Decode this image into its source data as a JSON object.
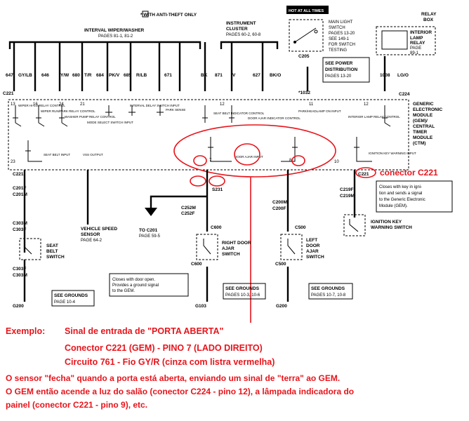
{
  "header": {
    "anti_theft_note": "* WITH ANTI-THEFT ONLY",
    "hot_note": "HOT AT ALL TIMES"
  },
  "sections": {
    "wiper_title": "INTERVAL WIPER/WASHER",
    "wiper_pages": "PAGES 81-1, 81-2",
    "cluster_title": "INSTRUMENT",
    "cluster_title2": "CLUSTER",
    "cluster_pages": "PAGES 60-2, 60-8",
    "main_switch": [
      "MAIN LIGHT",
      "SWITCH",
      "PAGES 13-20",
      "SEE 149-1",
      "FOR SWITCH",
      "TESTING"
    ],
    "relay_box": [
      "RELAY",
      "BOX"
    ],
    "interior_relay": [
      "INTERIOR",
      "LAMP",
      "RELAY",
      "PAGE",
      "89-1"
    ],
    "power_dist": [
      "SEE POWER",
      "DISTRIBUTION",
      "PAGES 13-20"
    ],
    "gem_module": [
      "GENERIC",
      "ELECTRONIC",
      "MODULE",
      "(GEM)/",
      "CENTRAL",
      "TIMER",
      "MODULE",
      "(CTM)"
    ]
  },
  "wires": [
    {
      "circuit": "647",
      "color": "GY/LB"
    },
    {
      "circuit": "646",
      "color": "Y/W"
    },
    {
      "circuit": "680",
      "color": "T/R"
    },
    {
      "circuit": "684",
      "color": "PK/V"
    },
    {
      "circuit": "685",
      "color": "R/LB"
    },
    {
      "circuit": "671",
      "color": "BK"
    },
    {
      "circuit": "871",
      "color": "V"
    },
    {
      "circuit": "627",
      "color": "BK/O"
    },
    {
      "circuit": "1008",
      "color": "LG/O"
    }
  ],
  "gem_inputs_top": [
    {
      "pin": "13",
      "label": "WIPER HI-LO RELAY CONTROL"
    },
    {
      "pin": "16",
      "label": "WIPER RUN/PARK RELAY CONTROL"
    },
    {
      "pin": "24",
      "label": "WASHER PUMP RELAY CONTROL"
    },
    {
      "pin": "21",
      "label": "MODE SELECT SWITCH INPUT"
    },
    {
      "pin": "",
      "label": "INTERVAL DELAY SWITCH INPUT"
    },
    {
      "pin": "",
      "label": "PARK SENSE"
    },
    {
      "pin": "12",
      "label": "SEAT BELT INDICATOR CONTROL"
    },
    {
      "pin": "",
      "label": "DOOR AJAR INDICATOR CONTROL"
    },
    {
      "pin": "11",
      "label": "PARK/HEADLAMP ON INPUT"
    },
    {
      "pin": "12",
      "label": "INTERIOR LAMP RELAY CONTROL"
    }
  ],
  "gem_inputs_bottom": [
    {
      "pin": "23",
      "label": "SEAT BELT INPUT"
    },
    {
      "pin": "",
      "label": "VSS OUTPUT"
    },
    {
      "pin": "7",
      "label": "DOOR AJAR INPUT"
    },
    {
      "pin": "8",
      "label": "DOOR AJAR INPUT"
    },
    {
      "pin": "10",
      "label": "IGNITION KEY WARNING INPUT"
    }
  ],
  "connectors": {
    "c221": "C221",
    "c224": "C224",
    "c205": "C205",
    "c201f": "C201F",
    "c201m": "C201M",
    "c303m": "C303M",
    "c303f": "C303F",
    "c252m": "C252M",
    "c252f": "C252F",
    "c600": "C600",
    "c500": "C500",
    "c200m": "C200M",
    "c200f": "C200F",
    "c219f": "C219F",
    "c219m": "C219M",
    "s231": "S231",
    "g200": "G200",
    "g103": "G103",
    "i1032": "*1032"
  },
  "components": {
    "seat_belt": [
      "SEAT",
      "BELT",
      "SWITCH"
    ],
    "vss": [
      "VEHICLE SPEED",
      "SENSOR",
      "PAGE 64-2"
    ],
    "to_c201": [
      "TO C201",
      "PAGE 59-5"
    ],
    "right_door": [
      "RIGHT DOOR",
      "AJAR",
      "SWITCH"
    ],
    "left_door": [
      "LEFT",
      "DOOR",
      "AJAR",
      "SWITCH"
    ],
    "ign_key": [
      "IGNITION KEY",
      "WARNING SWITCH"
    ],
    "door_note": [
      "Closes with door open.",
      "Provides a ground signal",
      "to the GEM."
    ],
    "key_note": [
      "Closes with key in igni-",
      "tion and sends a signal",
      "to the Generic Electronic",
      "Module (GEM)."
    ],
    "grounds_left": [
      "SEE GROUNDS",
      "PAGE 10-4"
    ],
    "grounds_mid": [
      "SEE GROUNDS",
      "PAGES 10-3, 10-6"
    ],
    "grounds_right": [
      "SEE GROUNDS",
      "PAGES 10-7, 10-8"
    ]
  },
  "annotation": {
    "conector_label": "conector C221",
    "example_label": "Exemplo:",
    "line1": "Sinal de entrada de \"PORTA ABERTA\"",
    "line2": "Conector C221 (GEM)  - PINO 7    (LADO DIREITO)",
    "line3": "Circuito 761 - Fio GY/R (cinza com listra vermelha)",
    "line4": "O sensor \"fecha\" quando a porta está aberta, enviando um sinal de \"terra\" ao GEM.",
    "line5": "O GEM então acende a luz do salão (conector C224 - pino 12), a lâmpada indicadora do",
    "line6": "painel (conector C221 - pino 9), etc."
  },
  "colors": {
    "annotation_red": "#e8141b"
  }
}
